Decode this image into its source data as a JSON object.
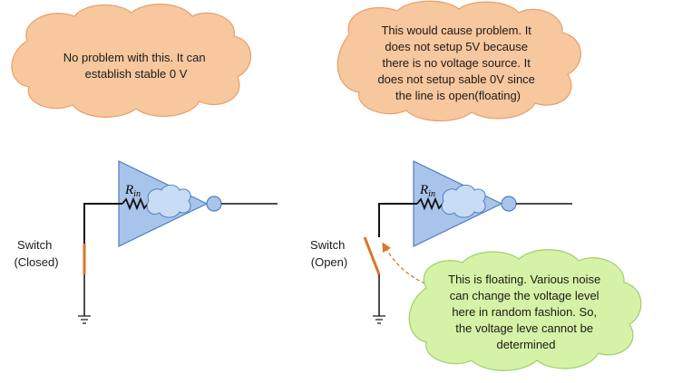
{
  "callouts": {
    "left_cloud": {
      "lines": [
        "No problem  with this. It can",
        "establish stable 0 V"
      ],
      "fill": "#f7c79e",
      "stroke": "#e7a06b"
    },
    "right_cloud": {
      "lines": [
        "This would cause problem. It",
        "does not setup 5V because",
        "there is no voltage source. It",
        "does not setup sable 0V since",
        "the line is open(floating)"
      ],
      "fill": "#f7c79e",
      "stroke": "#e7a06b"
    },
    "note_cloud": {
      "lines": [
        "This is floating. Various noise",
        "can change the voltage level",
        "here in random fashion. So,",
        "the voltage leve cannot be",
        "determined"
      ],
      "fill": "#d5f2a6",
      "stroke": "#9fd06a"
    }
  },
  "left_circuit": {
    "switch_label": [
      "Switch",
      "(Closed)"
    ],
    "resistor_label": "R",
    "resistor_subscript": "in"
  },
  "right_circuit": {
    "switch_label": [
      "Switch",
      "(Open)"
    ],
    "resistor_label": "R",
    "resistor_subscript": "in"
  },
  "colors": {
    "buffer_fill": "#a9c4ea",
    "buffer_stroke": "#4f7fc2",
    "switch_color": "#d9772c",
    "wire_color": "#111111",
    "small_cloud_fill": "#c8dcf5"
  }
}
